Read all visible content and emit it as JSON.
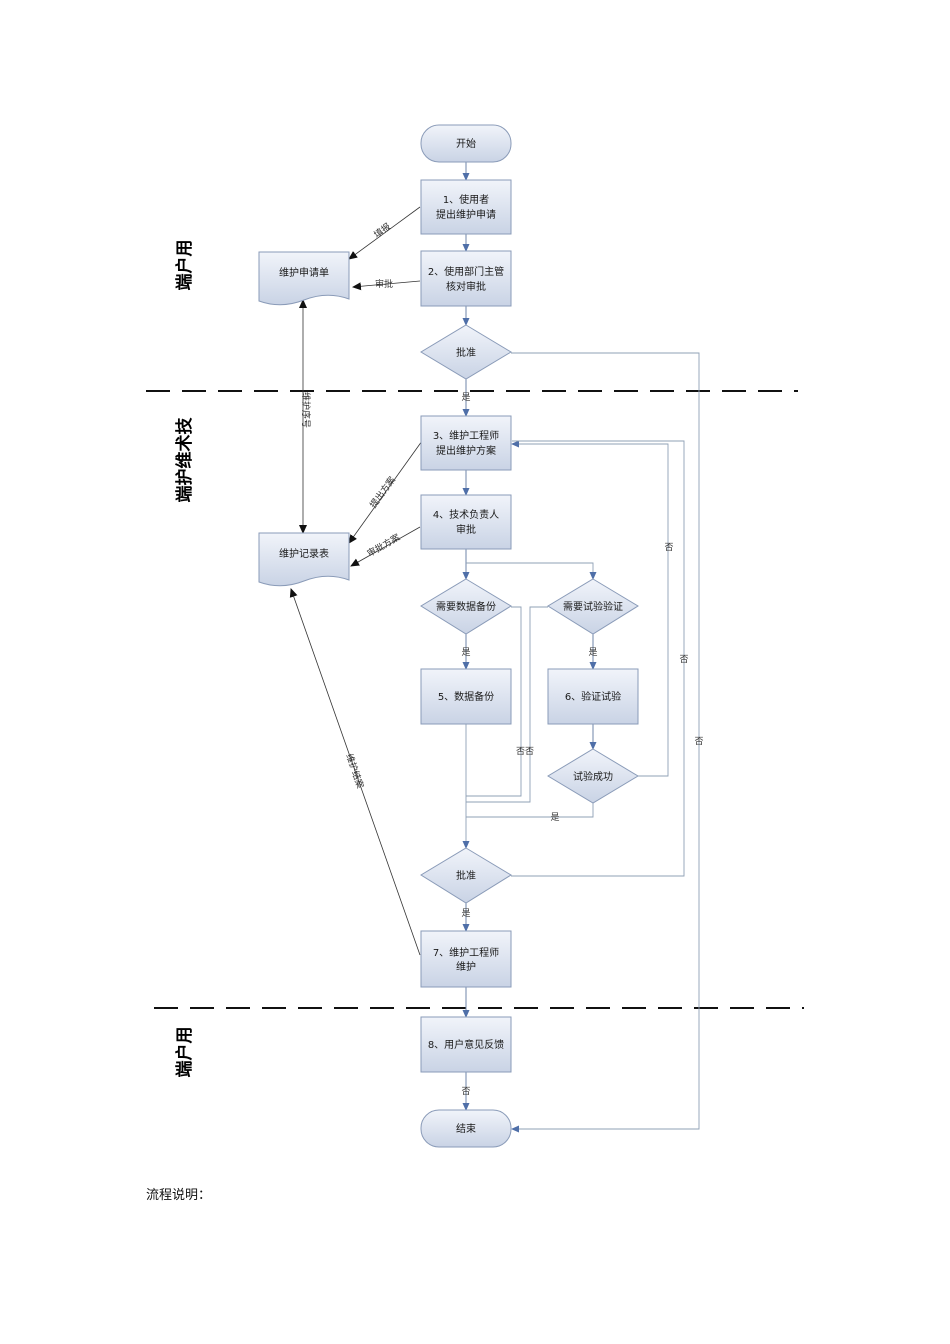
{
  "lanes": [
    {
      "label": "端户用"
    },
    {
      "label": "端护维术技"
    },
    {
      "label": "端户用"
    }
  ],
  "nodes": {
    "start": "开始",
    "step1": [
      "1、使用者",
      "提出维护申请"
    ],
    "step2": [
      "2、使用部门主管",
      "核对审批"
    ],
    "approve1": "批准",
    "step3": [
      "3、维护工程师",
      "提出维护方案"
    ],
    "step4": [
      "4、技术负责人",
      "审批"
    ],
    "need_backup": "需要数据备份",
    "need_test": "需要试验验证",
    "step5": "5、数据备份",
    "step6": "6、验证试验",
    "test_success": "试验成功",
    "approve2": "批准",
    "step7": [
      "7、维护工程师",
      "维护"
    ],
    "step8": "8、用户意见反馈",
    "end": "结束",
    "doc_request": "维护申请单",
    "doc_record": "维护记录表"
  },
  "edge_labels": {
    "fill": "填报",
    "approve_doc": "审批",
    "yes1": "是",
    "maintain_no": "维护序号",
    "propose_plan": "提出方案",
    "approve_plan": "审批方案",
    "no_right": "否",
    "no_test_fail": "否",
    "no_far_right": "否",
    "yes_backup": "是",
    "yes_test": "是",
    "no_no": "否否",
    "yes_success": "是",
    "yes2": "是",
    "archive": "维护结案",
    "no_final": "否"
  },
  "footer": {
    "text": "流程说明："
  }
}
